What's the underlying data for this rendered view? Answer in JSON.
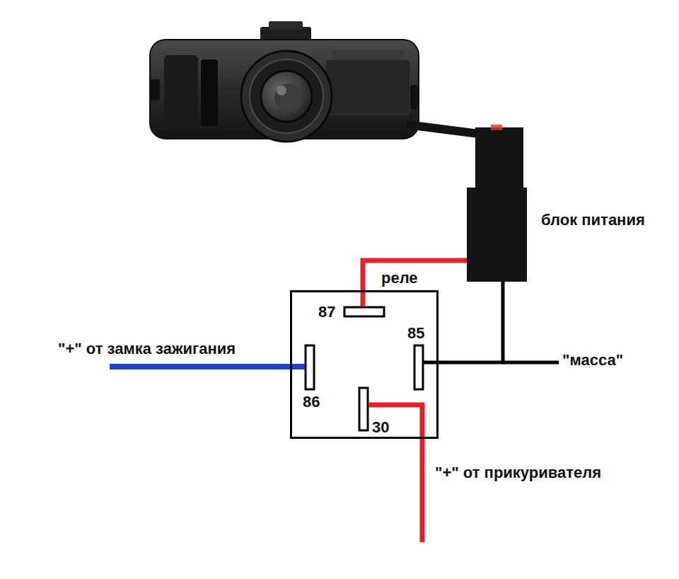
{
  "diagram": {
    "nodes": [
      {
        "text": [
          "блок питания"
        ]
      },
      {
        "text": [
          "реле"
        ]
      }
    ],
    "edges": [
      {
        "from": 1,
        "to": 0,
        "arrow": "none"
      },
      {
        "from": 1,
        "to": 0,
        "arrow": "none"
      }
    ],
    "labels": [
      "87",
      "86",
      "85",
      "30",
      "\"+\" от замка зажигания",
      "\"масса\"",
      "\"+\" от прикуривателя"
    ]
  }
}
